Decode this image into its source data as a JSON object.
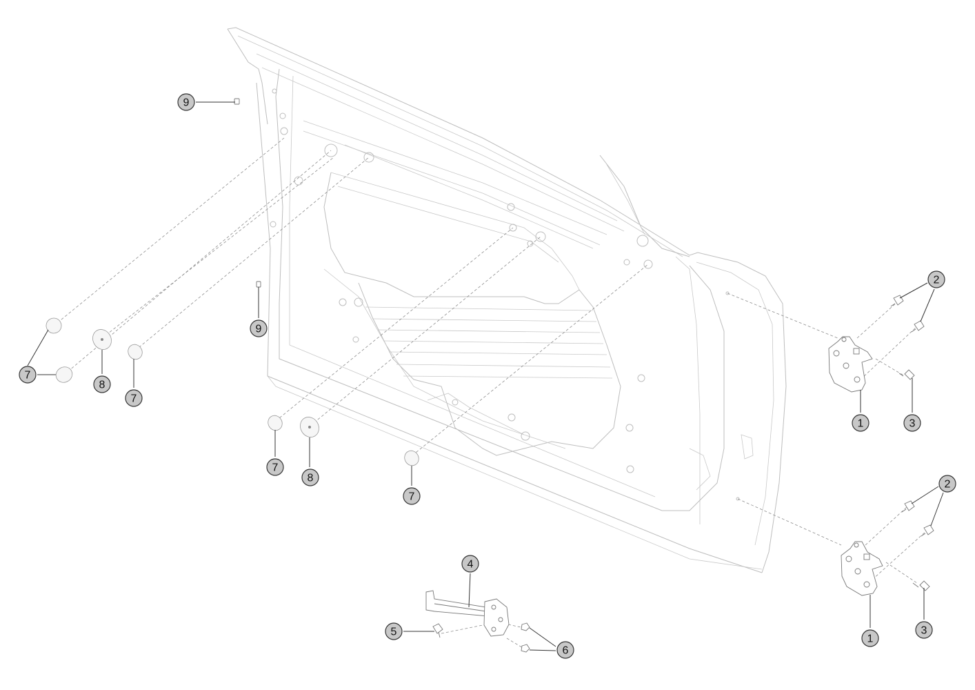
{
  "callouts": [
    {
      "id": "c1a",
      "label": "1"
    },
    {
      "id": "c1b",
      "label": "1"
    },
    {
      "id": "c2a",
      "label": "2"
    },
    {
      "id": "c2b",
      "label": "2"
    },
    {
      "id": "c3a",
      "label": "3"
    },
    {
      "id": "c3b",
      "label": "3"
    },
    {
      "id": "c4",
      "label": "4"
    },
    {
      "id": "c5",
      "label": "5"
    },
    {
      "id": "c6",
      "label": "6"
    },
    {
      "id": "c7a",
      "label": "7"
    },
    {
      "id": "c7b",
      "label": "7"
    },
    {
      "id": "c7c",
      "label": "7"
    },
    {
      "id": "c7d",
      "label": "7"
    },
    {
      "id": "c8a",
      "label": "8"
    },
    {
      "id": "c8b",
      "label": "8"
    },
    {
      "id": "c9a",
      "label": "9"
    },
    {
      "id": "c9b",
      "label": "9"
    }
  ]
}
